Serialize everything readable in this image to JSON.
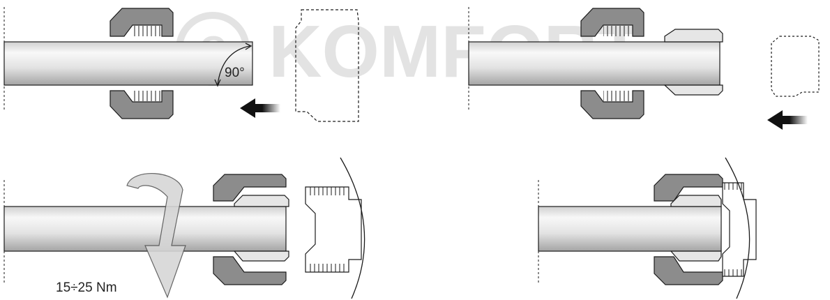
{
  "watermark": {
    "text": "KOMFORT",
    "symbol": "©"
  },
  "labels": {
    "angle": "90°",
    "torque": "15÷25 Nm"
  },
  "icons": [
    "push-arrow-icon",
    "rotation-arrow-icon",
    "angle-arc-icon"
  ],
  "colors": {
    "nut_fill": "#8c8c8c",
    "ring_fill": "#e6e6e6",
    "pipe_light": "#f7f7f7",
    "pipe_dark": "#a9a9a9",
    "line": "#1a1a1a",
    "watermark": "#e3e3e3"
  }
}
